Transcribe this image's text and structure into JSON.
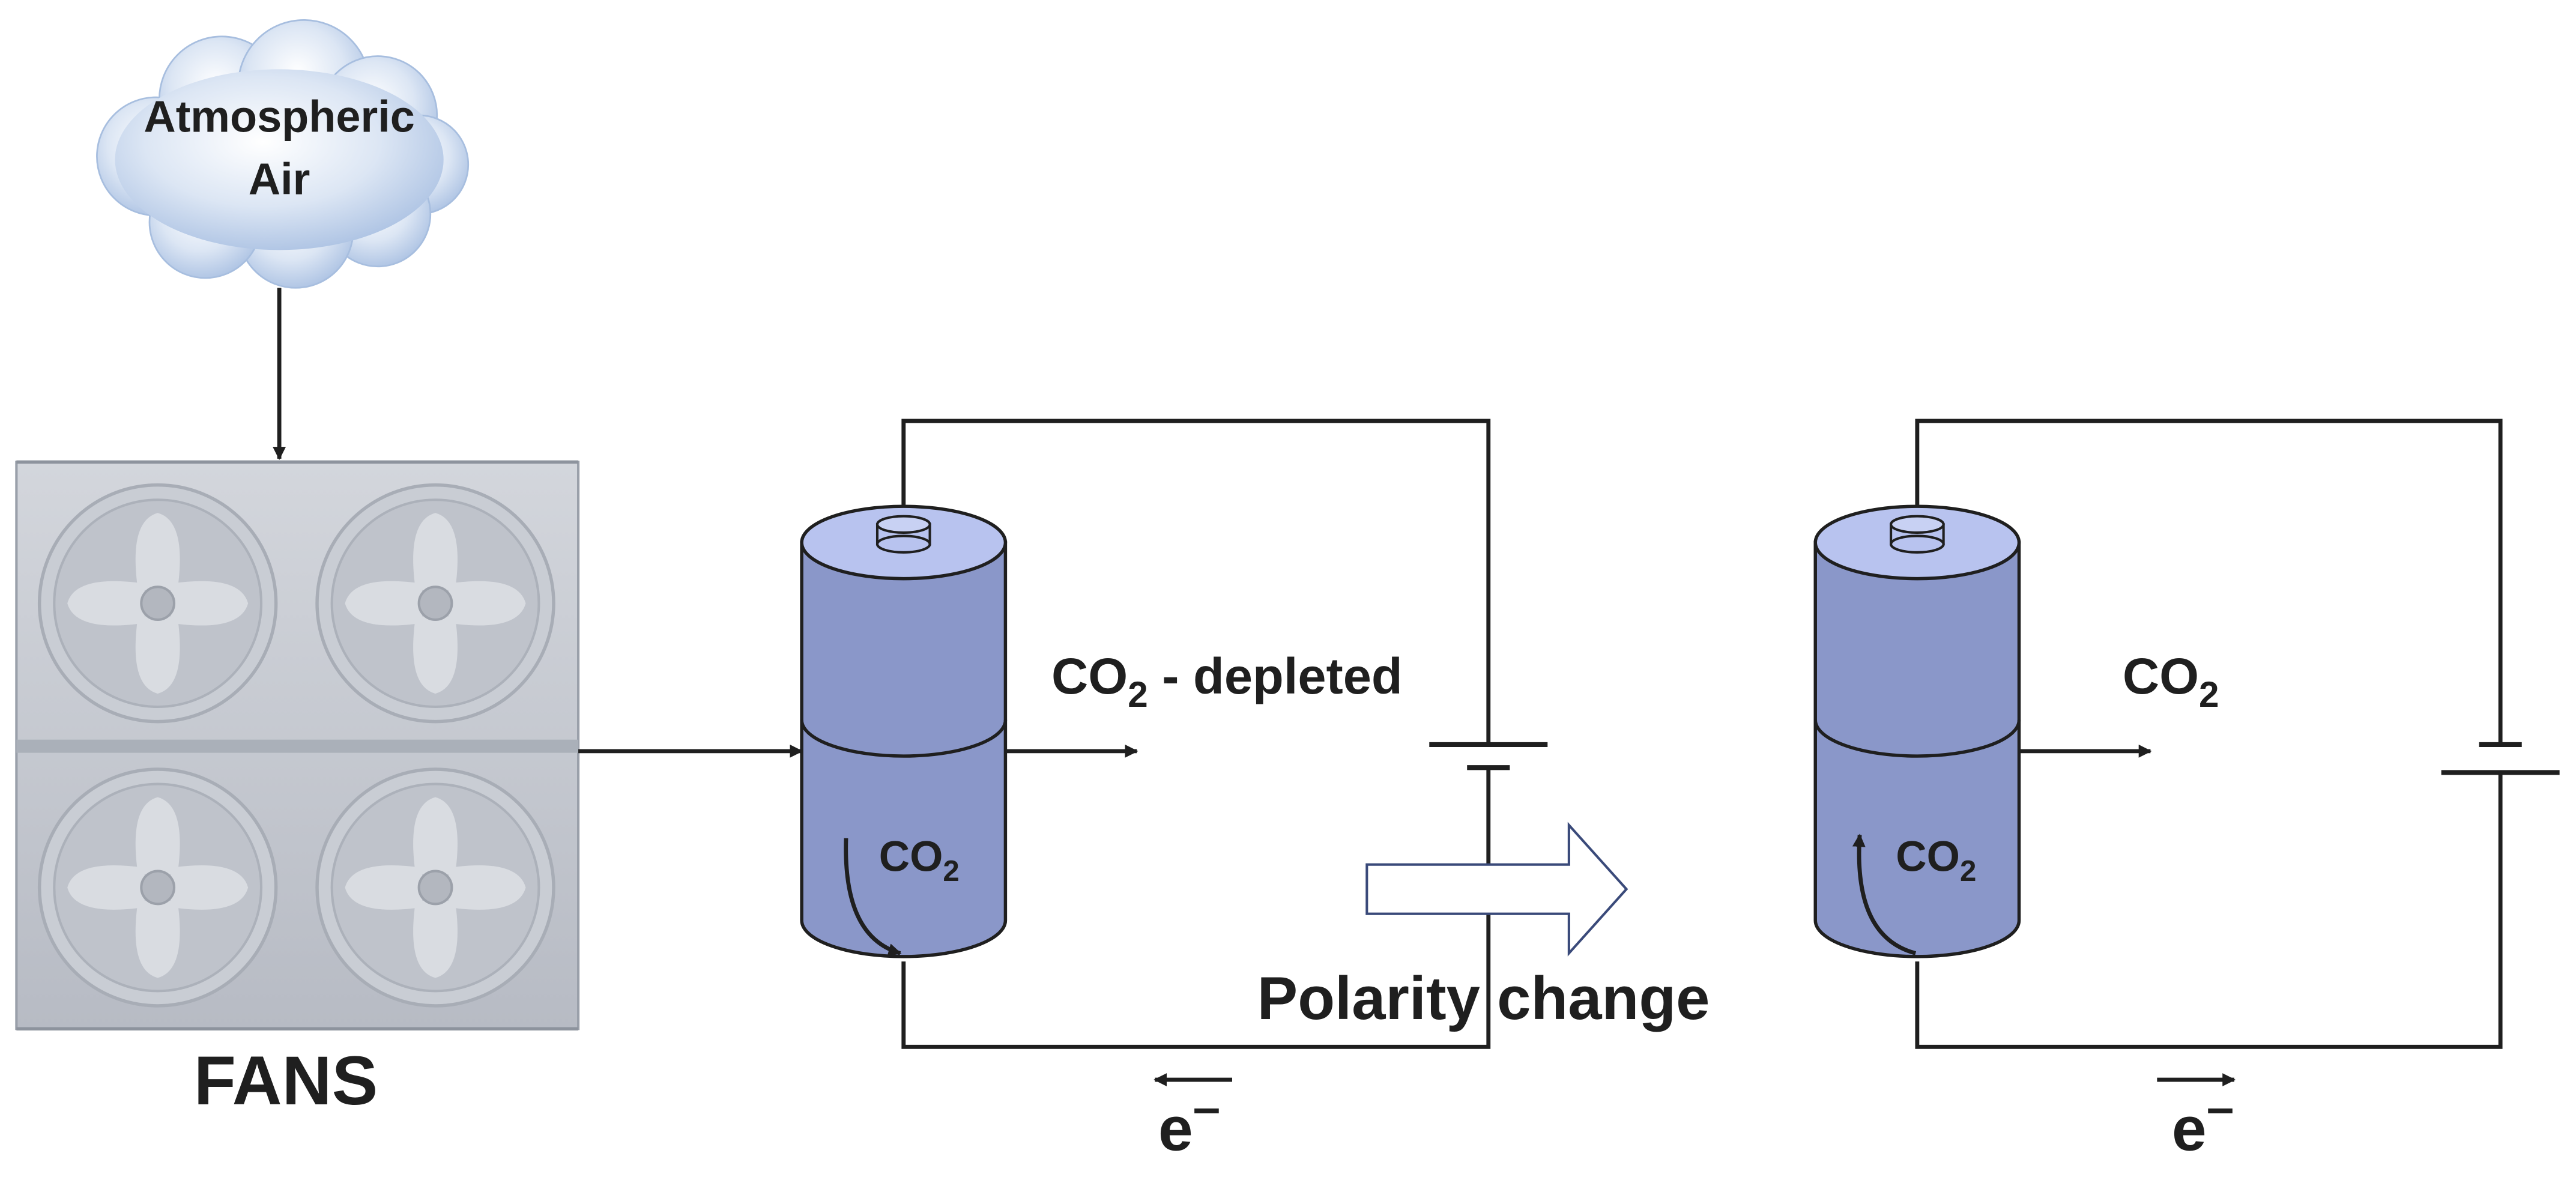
{
  "labels": {
    "source_line1": "Atmospheric",
    "source_line2": "Air",
    "fans": "FANS",
    "co2": "CO",
    "co2_sub": "2",
    "depleted_suffix": " - depleted",
    "polarity_change": "Polarity change",
    "electron": "e",
    "electron_sup": "–"
  },
  "colors": {
    "cell_body": "#8a97c9",
    "cell_top": "#b8c3ef",
    "fan_panel": "#c2c6cf",
    "cloud": "#c8d8ee",
    "wire": "#1f1f1f"
  }
}
